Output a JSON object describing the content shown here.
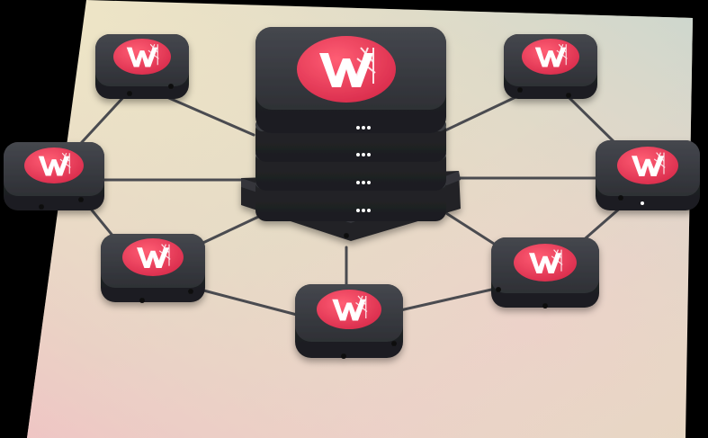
{
  "colors": {
    "background": "#000000",
    "panel_top_left": "#efe6c6",
    "panel_top_right": "#cfd9d0",
    "panel_bottom_left": "#f1c4c4",
    "panel_bottom_right": "#e7d7c4",
    "device_body": "#2b2c31",
    "device_top": "#3b3d43",
    "badge": "#ee3d5c",
    "link": "#4a4b50"
  },
  "hub": {
    "icon": "w-logo-icon",
    "stack_layers": 4
  },
  "nodes": [
    {
      "id": "node-top-left",
      "icon": "w-logo-icon"
    },
    {
      "id": "node-left",
      "icon": "w-logo-icon"
    },
    {
      "id": "node-bottom-left",
      "icon": "w-logo-icon"
    },
    {
      "id": "node-bottom",
      "icon": "w-logo-icon"
    },
    {
      "id": "node-bottom-right",
      "icon": "w-logo-icon"
    },
    {
      "id": "node-right",
      "icon": "w-logo-icon"
    },
    {
      "id": "node-top-right",
      "icon": "w-logo-icon"
    }
  ]
}
